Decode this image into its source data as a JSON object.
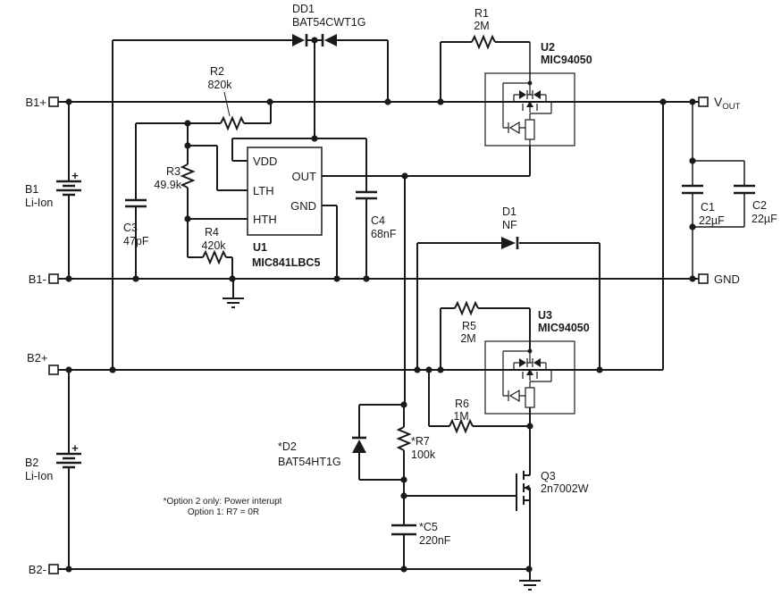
{
  "terminals": {
    "b1p": "B1+",
    "b1m": "B1-",
    "b2p": "B2+",
    "b2m": "B2-",
    "vout": "V",
    "vout_sub": "OUT",
    "gnd": "GND"
  },
  "batteries": {
    "b1": {
      "ref": "B1",
      "chem": "Li-Ion",
      "plus": "+"
    },
    "b2": {
      "ref": "B2",
      "chem": "Li-Ion",
      "plus": "+"
    }
  },
  "parts": {
    "dd1": {
      "ref": "DD1",
      "value": "BAT54CWT1G"
    },
    "r1": {
      "ref": "R1",
      "value": "2M"
    },
    "r2": {
      "ref": "R2",
      "value": "820k"
    },
    "r3": {
      "ref": "R3",
      "value": "49.9k"
    },
    "r4": {
      "ref": "R4",
      "value": "420k"
    },
    "r5": {
      "ref": "R5",
      "value": "2M"
    },
    "r6": {
      "ref": "R6",
      "value": "1M"
    },
    "r7": {
      "ref": "*R7",
      "value": "100k"
    },
    "c1": {
      "ref": "C1",
      "value": "22µF"
    },
    "c2": {
      "ref": "C2",
      "value": "22µF"
    },
    "c3": {
      "ref": "C3",
      "value": "47pF"
    },
    "c4": {
      "ref": "C4",
      "value": "68nF"
    },
    "c5": {
      "ref": "*C5",
      "value": "220nF"
    },
    "d1": {
      "ref": "D1",
      "value": "NF"
    },
    "d2": {
      "ref": "*D2",
      "value": "BAT54HT1G"
    },
    "q3": {
      "ref": "Q3",
      "value": "2n7002W"
    },
    "u1": {
      "ref": "U1",
      "value": "MIC841LBC5"
    },
    "u2": {
      "ref": "U2",
      "value": "MIC94050"
    },
    "u3": {
      "ref": "U3",
      "value": "MIC94050"
    }
  },
  "u1_pins": {
    "vdd": "VDD",
    "out": "OUT",
    "lth": "LTH",
    "gnd": "GND",
    "hth": "HTH"
  },
  "notes": {
    "line1": "*Option 2 only:  Power interupt",
    "line2": "Option 1:  R7 = 0R"
  },
  "colors": {
    "ink": "#1a1a1a",
    "background": "#ffffff"
  }
}
